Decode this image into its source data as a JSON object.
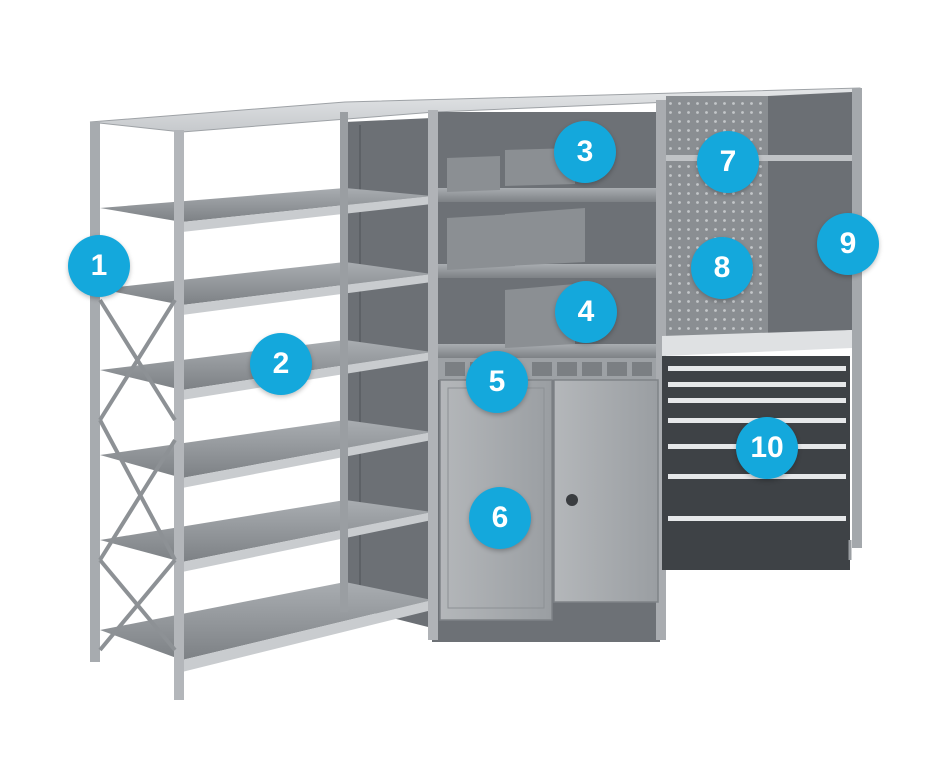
{
  "diagram": {
    "callouts": [
      {
        "label": "1",
        "part": "upright-frame"
      },
      {
        "label": "2",
        "part": "open-shelves"
      },
      {
        "label": "3",
        "part": "shelf-dividers-upper"
      },
      {
        "label": "4",
        "part": "shelf-dividers-lower"
      },
      {
        "label": "5",
        "part": "bin-drawer-row"
      },
      {
        "label": "6",
        "part": "hinged-door-cabinet"
      },
      {
        "label": "7",
        "part": "hanging-rail"
      },
      {
        "label": "8",
        "part": "perforated-back-panel"
      },
      {
        "label": "9",
        "part": "side-panel"
      },
      {
        "label": "10",
        "part": "drawer-cabinet"
      }
    ]
  },
  "colors": {
    "callout": "#14a8dc",
    "steel_light": "#b9bcbf",
    "steel_mid": "#8e9296",
    "steel_dark": "#5d6166",
    "drawer_front": "#3e4246",
    "drawer_handle": "#e6e8ea"
  }
}
